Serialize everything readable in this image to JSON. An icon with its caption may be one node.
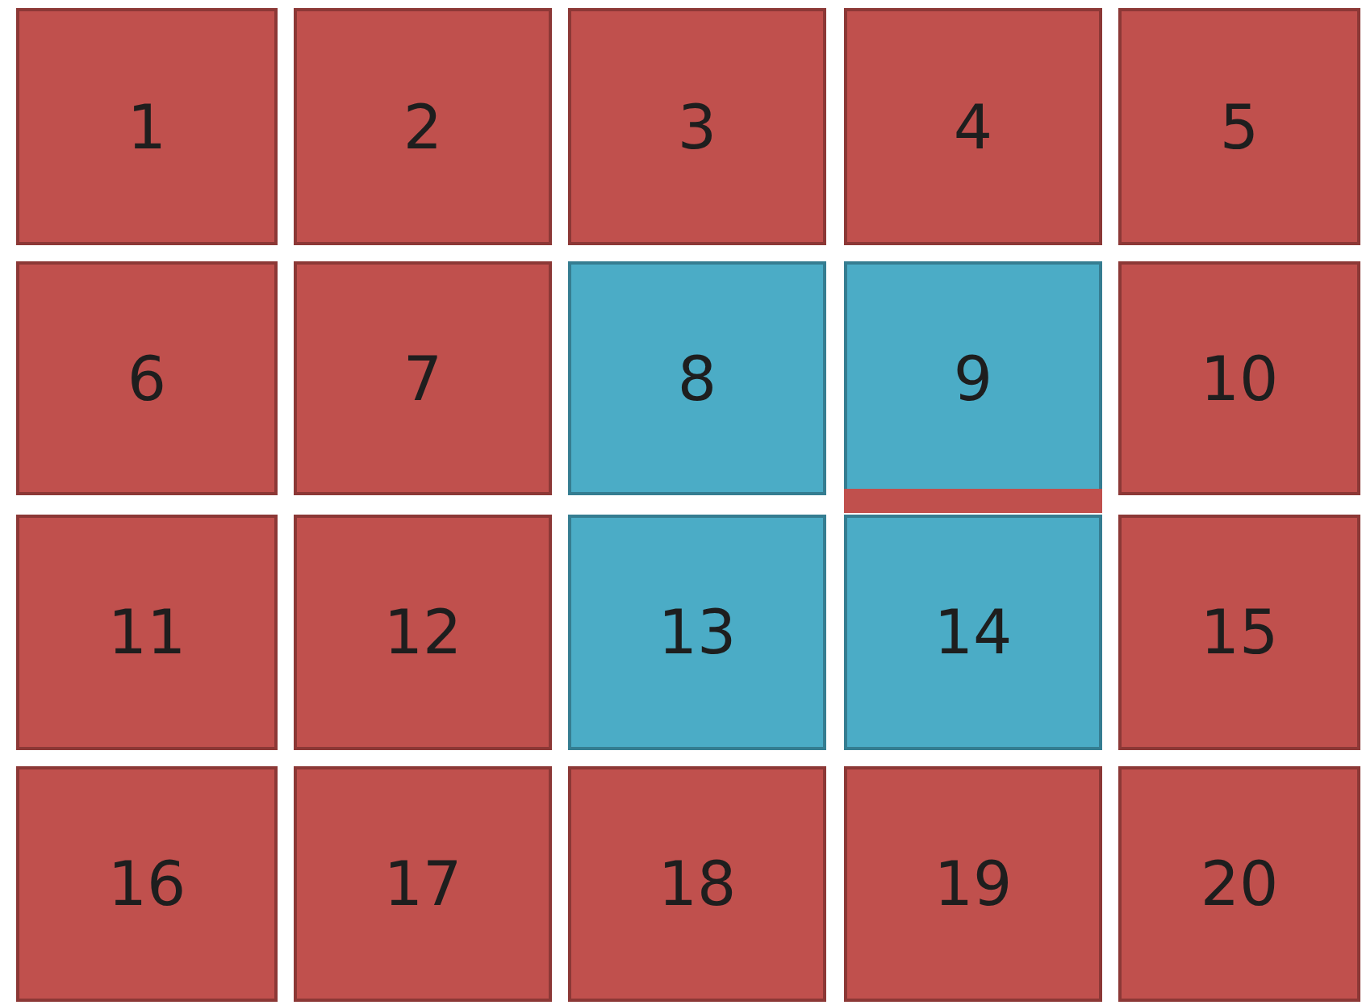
{
  "diagram": {
    "nodes": [
      {
        "text": [
          "1"
        ]
      },
      {
        "text": [
          "2"
        ]
      },
      {
        "text": [
          "3"
        ]
      },
      {
        "text": [
          "4"
        ]
      },
      {
        "text": [
          "5"
        ]
      },
      {
        "text": [
          "6"
        ]
      },
      {
        "text": [
          "7"
        ]
      },
      {
        "text": [
          "8"
        ]
      },
      {
        "text": [
          "9"
        ]
      },
      {
        "text": [
          "10"
        ]
      },
      {
        "text": [],
        "shape": "bar"
      },
      {
        "text": [
          "11"
        ]
      },
      {
        "text": [
          "12"
        ]
      },
      {
        "text": [
          "13"
        ]
      },
      {
        "text": [
          "14"
        ]
      },
      {
        "text": [
          "15"
        ]
      },
      {
        "text": [
          "16"
        ]
      },
      {
        "text": [
          "17"
        ]
      },
      {
        "text": [
          "18"
        ]
      },
      {
        "text": [
          "19"
        ]
      },
      {
        "text": [
          "20"
        ]
      }
    ]
  }
}
